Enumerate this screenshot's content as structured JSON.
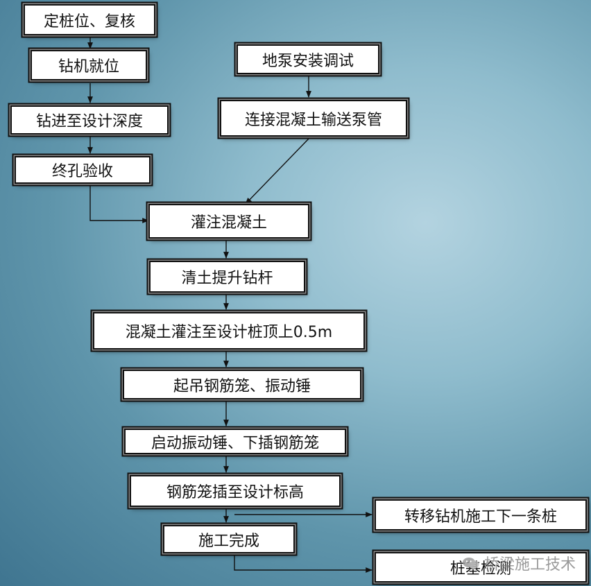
{
  "steps": {
    "s1": "定桩位、复核",
    "s2": "钻机就位",
    "s3": "钻进至设计深度",
    "s4": "终孔验收",
    "s5": "地泵安装调试",
    "s6": "连接混凝土输送泵管",
    "s7": "灌注混凝土",
    "s8": "清土提升钻杆",
    "s9": "混凝土灌注至设计桩顶上0.5m",
    "s10": "起吊钢筋笼、振动锤",
    "s11": "启动振动锤、下插钢筋笼",
    "s12": "钢筋笼插至设计标高",
    "s13": "转移钻机施工下一条桩",
    "s14": "施工完成",
    "s15": "桩基检测"
  },
  "watermark": {
    "text": "桥梁施工技术",
    "icon": "wechat-icon"
  },
  "colors": {
    "box_fill": "#ffffff",
    "box_border": "#111111",
    "arrow": "#111111"
  }
}
